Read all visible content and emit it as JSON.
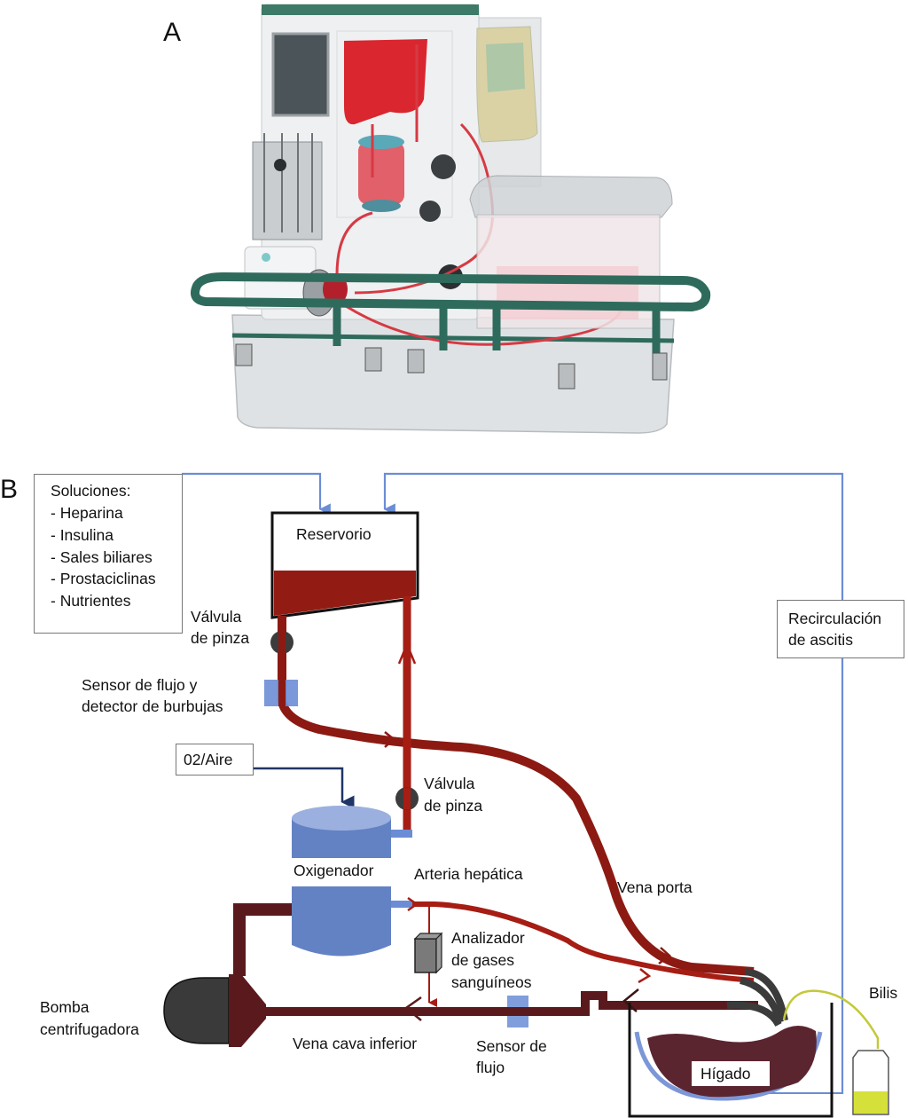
{
  "figure": {
    "panel_a_label": "A",
    "panel_b_label": "B",
    "panel_a_description": "Normothermic liver perfusion device photograph"
  },
  "solutions_box": {
    "title": "Soluciones:",
    "items": [
      "- Heparina",
      "- Insulina",
      "- Sales biliares",
      "- Prostaciclinas",
      "- Nutrientes"
    ]
  },
  "components": {
    "reservoir": "Reservorio",
    "valve_top_line1": "Válvula",
    "valve_top_line2": "de pinza",
    "flow_sensor_bubbles_line1": "Sensor de flujo y",
    "flow_sensor_bubbles_line2": "detector de burbujas",
    "o2_air": "02/Aire",
    "valve_mid_line1": "Válvula",
    "valve_mid_line2": "de pinza",
    "oxygenator": "Oxigenador",
    "hepatic_artery": "Arteria hepática",
    "portal_vein": "Vena porta",
    "gas_analyzer_line1": "Analizador",
    "gas_analyzer_line2": "de gases",
    "gas_analyzer_line3": "sanguíneos",
    "pump_line1": "Bomba",
    "pump_line2": "centrifugadora",
    "ivc": "Vena cava inferior",
    "flow_sensor_line1": "Sensor de",
    "flow_sensor_line2": "flujo",
    "liver": "Hígado",
    "bile": "Bilis",
    "ascites_line1": "Recirculación",
    "ascites_line2": "de ascitis"
  },
  "colors": {
    "arterial_red": "#a61d14",
    "venous_dark": "#5a1a1d",
    "liver": "#5b2530",
    "blue_line": "#6b8dd6",
    "oxygenator_blue": "#6382c4",
    "pump_dark": "#3a3a3a",
    "bile_yellow": "#d6e03a"
  }
}
